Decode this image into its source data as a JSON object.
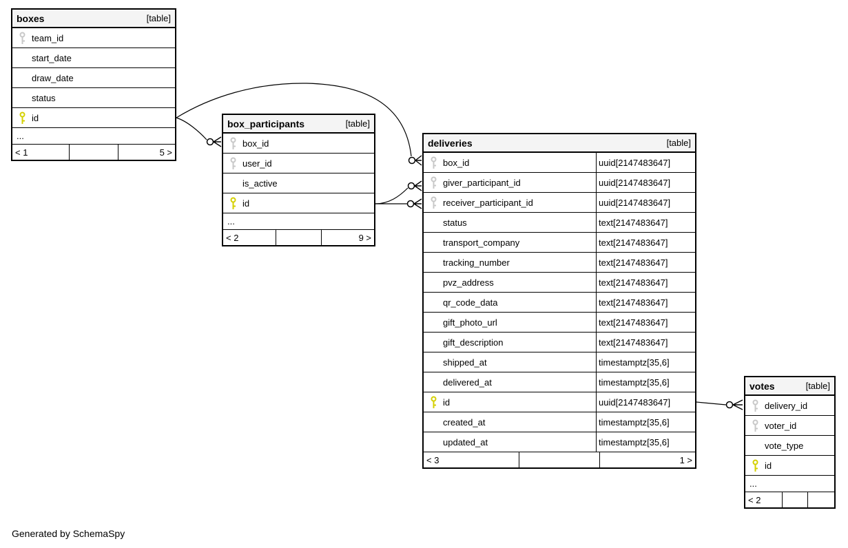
{
  "diagram": {
    "generator_note": "Generated by SchemaSpy",
    "colors": {
      "pk_key": "#d4d000",
      "fk_key": "#c8c8c8",
      "header_bg": "#f4f4f4",
      "border": "#000000",
      "background": "#ffffff"
    },
    "tables": [
      {
        "name": "boxes",
        "tag": "[table]",
        "columns": [
          {
            "name": "team_id",
            "key": "fk"
          },
          {
            "name": "start_date",
            "key": ""
          },
          {
            "name": "draw_date",
            "key": ""
          },
          {
            "name": "status",
            "key": ""
          },
          {
            "name": "id",
            "key": "pk"
          }
        ],
        "ellipsis": "...",
        "footer": {
          "left": "< 1",
          "mid": "",
          "right": "5 >"
        }
      },
      {
        "name": "box_participants",
        "tag": "[table]",
        "columns": [
          {
            "name": "box_id",
            "key": "fk"
          },
          {
            "name": "user_id",
            "key": "fk"
          },
          {
            "name": "is_active",
            "key": ""
          },
          {
            "name": "id",
            "key": "pk"
          }
        ],
        "ellipsis": "...",
        "footer": {
          "left": "< 2",
          "mid": "",
          "right": "9 >"
        }
      },
      {
        "name": "deliveries",
        "tag": "[table]",
        "columns": [
          {
            "name": "box_id",
            "key": "fk",
            "type": "uuid[2147483647]"
          },
          {
            "name": "giver_participant_id",
            "key": "fk",
            "type": "uuid[2147483647]"
          },
          {
            "name": "receiver_participant_id",
            "key": "fk",
            "type": "uuid[2147483647]"
          },
          {
            "name": "status",
            "key": "",
            "type": "text[2147483647]"
          },
          {
            "name": "transport_company",
            "key": "",
            "type": "text[2147483647]"
          },
          {
            "name": "tracking_number",
            "key": "",
            "type": "text[2147483647]"
          },
          {
            "name": "pvz_address",
            "key": "",
            "type": "text[2147483647]"
          },
          {
            "name": "qr_code_data",
            "key": "",
            "type": "text[2147483647]"
          },
          {
            "name": "gift_photo_url",
            "key": "",
            "type": "text[2147483647]"
          },
          {
            "name": "gift_description",
            "key": "",
            "type": "text[2147483647]"
          },
          {
            "name": "shipped_at",
            "key": "",
            "type": "timestamptz[35,6]"
          },
          {
            "name": "delivered_at",
            "key": "",
            "type": "timestamptz[35,6]"
          },
          {
            "name": "id",
            "key": "pk",
            "type": "uuid[2147483647]"
          },
          {
            "name": "created_at",
            "key": "",
            "type": "timestamptz[35,6]"
          },
          {
            "name": "updated_at",
            "key": "",
            "type": "timestamptz[35,6]"
          }
        ],
        "footer": {
          "left": "< 3",
          "mid": "",
          "right": "1 >"
        }
      },
      {
        "name": "votes",
        "tag": "[table]",
        "columns": [
          {
            "name": "delivery_id",
            "key": "fk"
          },
          {
            "name": "voter_id",
            "key": "fk"
          },
          {
            "name": "vote_type",
            "key": ""
          },
          {
            "name": "id",
            "key": "pk"
          }
        ],
        "ellipsis": "...",
        "footer": {
          "left": "< 2",
          "mid": "",
          "right": ""
        }
      }
    ],
    "relationships": [
      {
        "from": "boxes.id",
        "to": "box_participants.box_id"
      },
      {
        "from": "boxes.id",
        "to": "deliveries.box_id"
      },
      {
        "from": "box_participants.id",
        "to": "deliveries.giver_participant_id"
      },
      {
        "from": "box_participants.id",
        "to": "deliveries.receiver_participant_id"
      },
      {
        "from": "deliveries.id",
        "to": "votes.delivery_id"
      }
    ]
  }
}
